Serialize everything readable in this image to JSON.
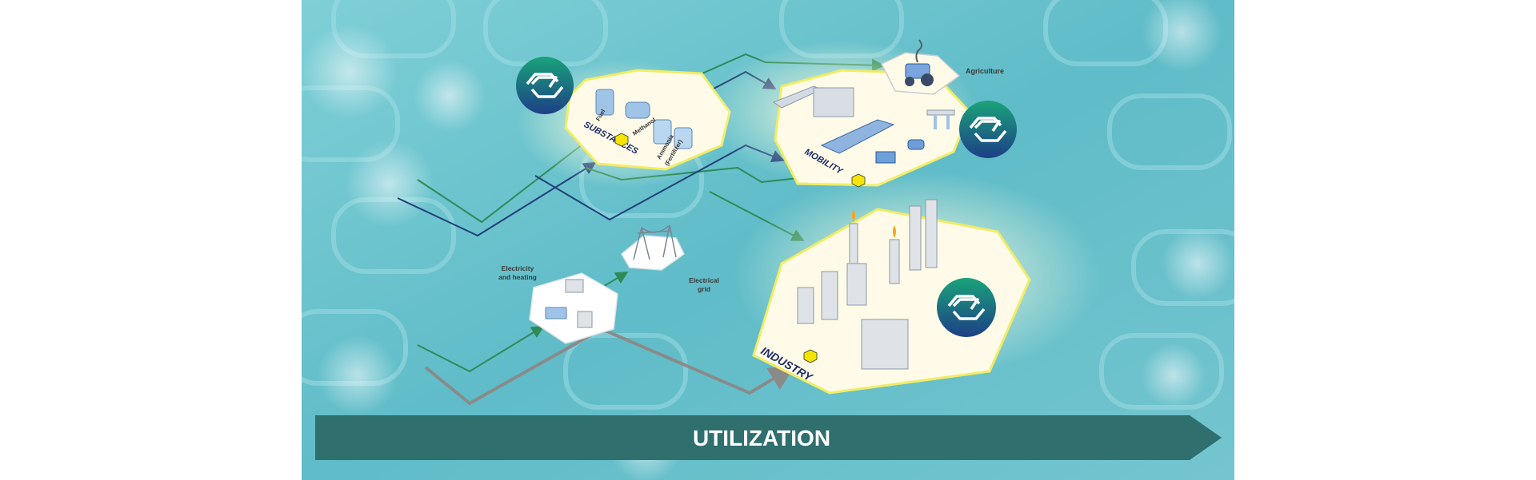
{
  "banner": {
    "label": "UTILIZATION"
  },
  "regions": {
    "substances": {
      "title": "SUBSTANCES",
      "items": [
        "Fuel",
        "Methanol",
        "Ammonia",
        "(Fertilizer)"
      ]
    },
    "mobility": {
      "title": "MOBILITY"
    },
    "industry": {
      "title": "INDUSTRY"
    },
    "agriculture": {
      "label": "Agriculture"
    },
    "electricity": {
      "label_line1": "Electricity",
      "label_line2": "and heating"
    },
    "grid": {
      "label_line1": "Electrical",
      "label_line2": "grid"
    }
  },
  "colors": {
    "banner": "#2f6f6e",
    "green_flow": "#2e8b57",
    "navy_flow": "#1f3f7a",
    "gray_flow": "#8a8a8a",
    "platform_border": "#f2ec64",
    "title_navy": "#1c2a6b",
    "badge_yellow": "#f5e400"
  },
  "icons": [
    "hydrogen-link-logo-icon",
    "hazard-badge-icon",
    "tractor-icon",
    "ship-icon",
    "airplane-icon",
    "truck-icon",
    "car-icon",
    "fuel-station-icon",
    "power-pylon-icon",
    "refinery-icon",
    "storage-tank-icon"
  ]
}
